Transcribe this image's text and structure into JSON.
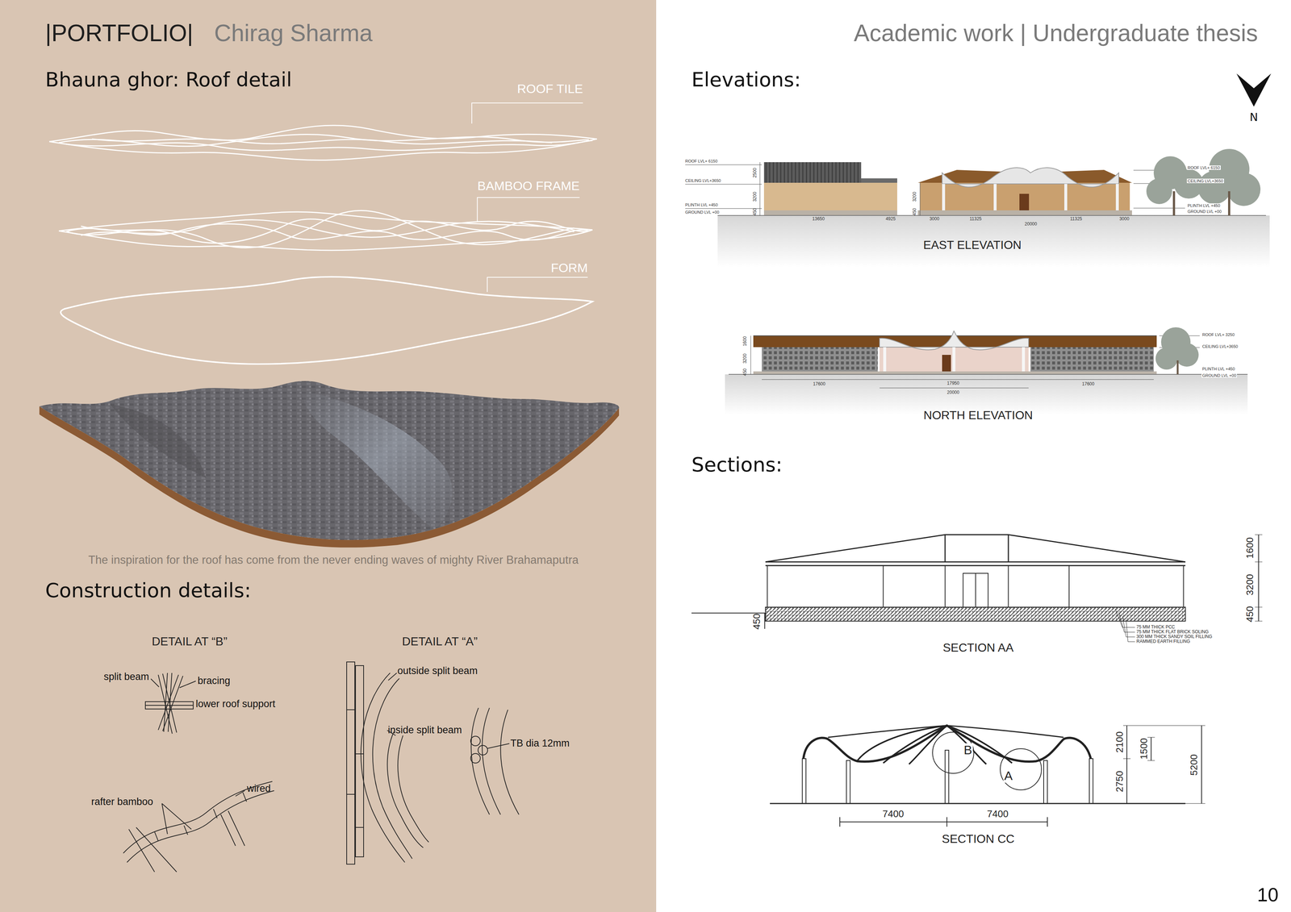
{
  "diagram": {
    "title": "|PORTFOLIO|",
    "caption": "The inspiration for the roof has come from the never ending waves of mighty River Brahamaputra",
    "labels": [
      "Chirag Sharma",
      "Academic work | Undergraduate thesis",
      "Bhauna ghor: Roof detail",
      "ROOF TILE",
      "BAMBOO FRAME",
      "FORM",
      "Construction details:",
      "DETAIL AT “B”",
      "DETAIL AT “A”",
      "split beam",
      "bracing",
      "lower roof support",
      "rafter bamboo",
      "wired",
      "outside split beam",
      "inside split beam",
      "TB dia 12mm",
      "Elevations:",
      "N",
      "ROOF LVL+ 6150",
      "CEILING LVL+3650",
      "PLINTH LVL +450",
      "GROUND LVL +00",
      "2500",
      "3200",
      "450",
      "13650",
      "4925",
      "3200",
      "450",
      "3000",
      "11325",
      "20000",
      "11325",
      "3000",
      "ROOF LVL+ 6150",
      "CEILING LVL+3650",
      "PLINTH LVL +450",
      "GROUND LVL +00",
      "EAST ELEVATION",
      "1600",
      "3200",
      "450",
      "17600",
      "17950",
      "20000",
      "17600",
      "ROOF LVL+ 3250",
      "CEILING LVL+3650",
      "PLINTH LVL +450",
      "GROUND LVL +00",
      "NORTH ELEVATION",
      "Sections:",
      "1600",
      "3200",
      "450",
      "450",
      "75 MM THICK PCC",
      "75 MM THICK FLAT BRICK SOLING",
      "300 MM THICK SANDY SOIL FILLING",
      "RAMMED EARTH FILLING",
      "SECTION AA",
      "B",
      "A",
      "2100",
      "1500",
      "2750",
      "5200",
      "7400",
      "7400",
      "SECTION CC",
      "10"
    ]
  }
}
